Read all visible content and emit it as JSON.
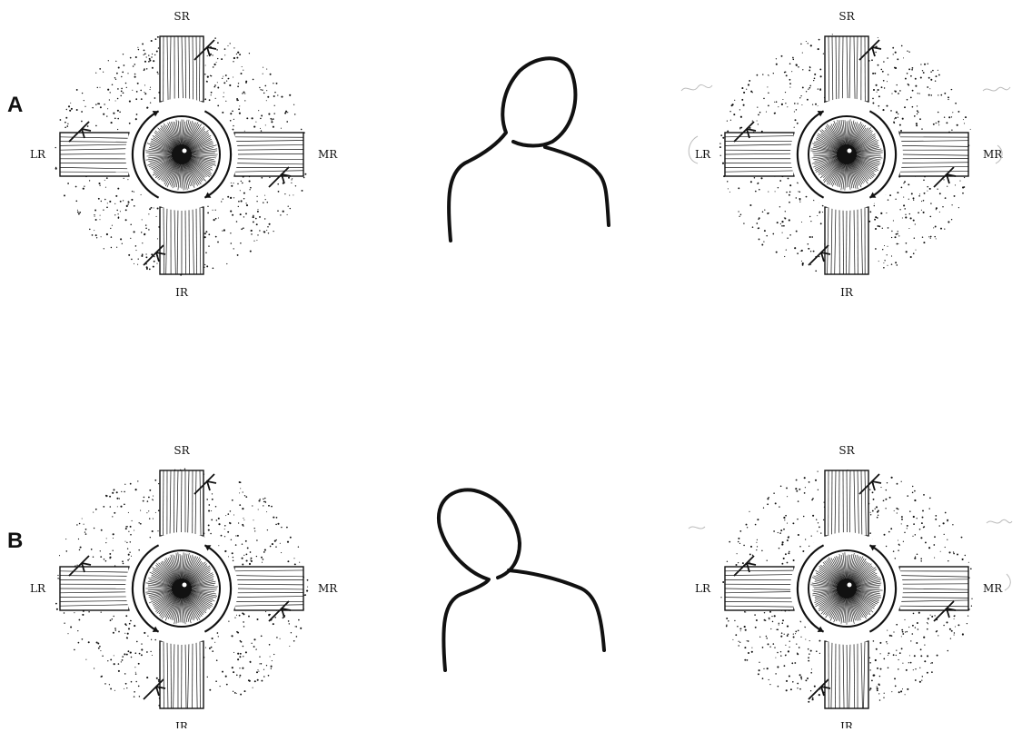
{
  "rows": [
    {
      "label": "A",
      "left_eye": {
        "top": "SR",
        "bottom": "IR",
        "left": "LR",
        "right": "MR"
      },
      "right_eye": {
        "top": "SR",
        "bottom": "IR",
        "left": "LR",
        "right": "MR"
      }
    },
    {
      "label": "B",
      "left_eye": {
        "top": "SR",
        "bottom": "IR",
        "left": "LR",
        "right": "MR"
      },
      "right_eye": {
        "top": "SR",
        "bottom": "IR",
        "left": "LR",
        "right": "MR"
      }
    }
  ],
  "colors": {
    "ink": "#111111",
    "background": "#ffffff"
  }
}
